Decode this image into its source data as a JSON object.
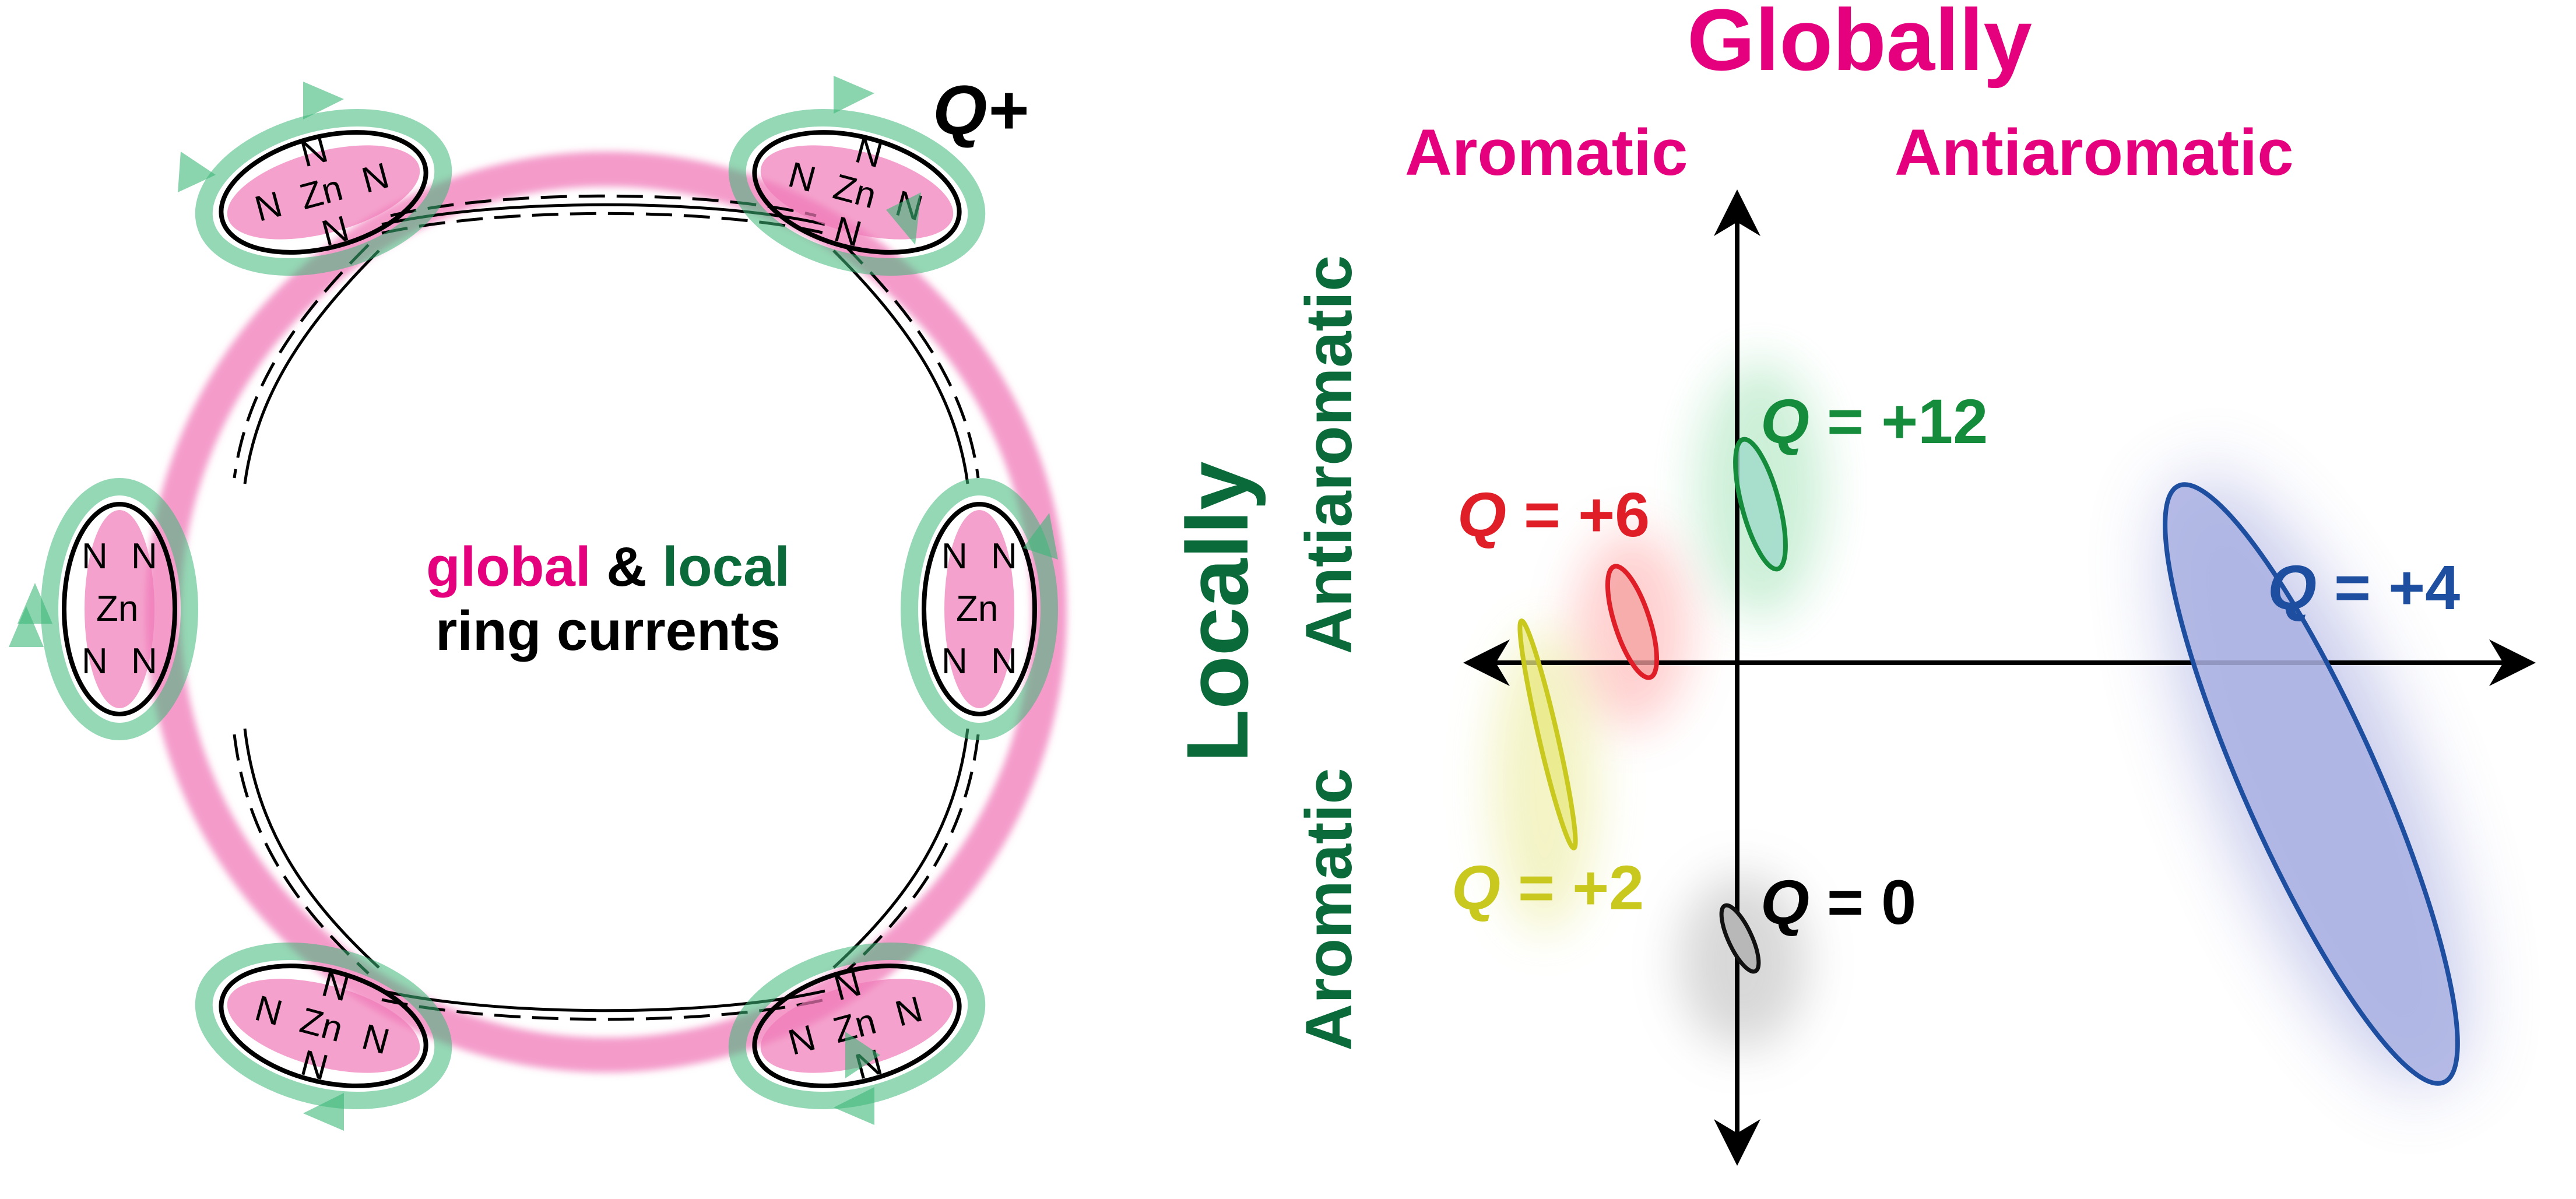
{
  "molecule": {
    "charge_label": "Q+",
    "center_line1": {
      "global": "global",
      "amp": "&",
      "local": "local"
    },
    "center_line2": "ring currents",
    "metal": "Zn",
    "nitrogen": "N",
    "colors": {
      "global_current": "#e0409a",
      "local_current": "#3cb878",
      "bond": "#000000"
    }
  },
  "chart": {
    "top_title": "Globally",
    "top_left": "Aromatic",
    "top_right": "Antiaromatic",
    "side_title": "Locally",
    "side_upper": "Antiaromatic",
    "side_lower": "Aromatic",
    "colors": {
      "globally": "#e5007e",
      "locally": "#0a6a3a"
    }
  },
  "chart_data": {
    "type": "scatter",
    "title": "Global vs local aromaticity of charged porphyrin nanoring (Q+)",
    "xlabel": "Globally: Aromatic (left) — Antiaromatic (right)",
    "ylabel": "Locally: Aromatic (bottom) — Antiaromatic (top)",
    "grid": false,
    "legend": "inline labels",
    "series": [
      {
        "name": "Q = 0",
        "label": "Q = 0",
        "color": "#000000",
        "x": 0.02,
        "y": -0.58,
        "spread": "small"
      },
      {
        "name": "Q = +2",
        "label": "Q = +2",
        "color": "#c8c81e",
        "x": -0.36,
        "y": -0.17,
        "spread": "elongated vertical"
      },
      {
        "name": "Q = +4",
        "label": "Q = +4",
        "color": "#1e4ea0",
        "x": 1.04,
        "y": -0.24,
        "spread": "large diagonal"
      },
      {
        "name": "Q = +6",
        "label": "Q = +6",
        "color": "#e01e28",
        "x": -0.16,
        "y": 0.08,
        "spread": "small"
      },
      {
        "name": "Q = +12",
        "label": "Q = +12",
        "color": "#148c3c",
        "x": 0.02,
        "y": 0.37,
        "spread": "small"
      }
    ]
  }
}
